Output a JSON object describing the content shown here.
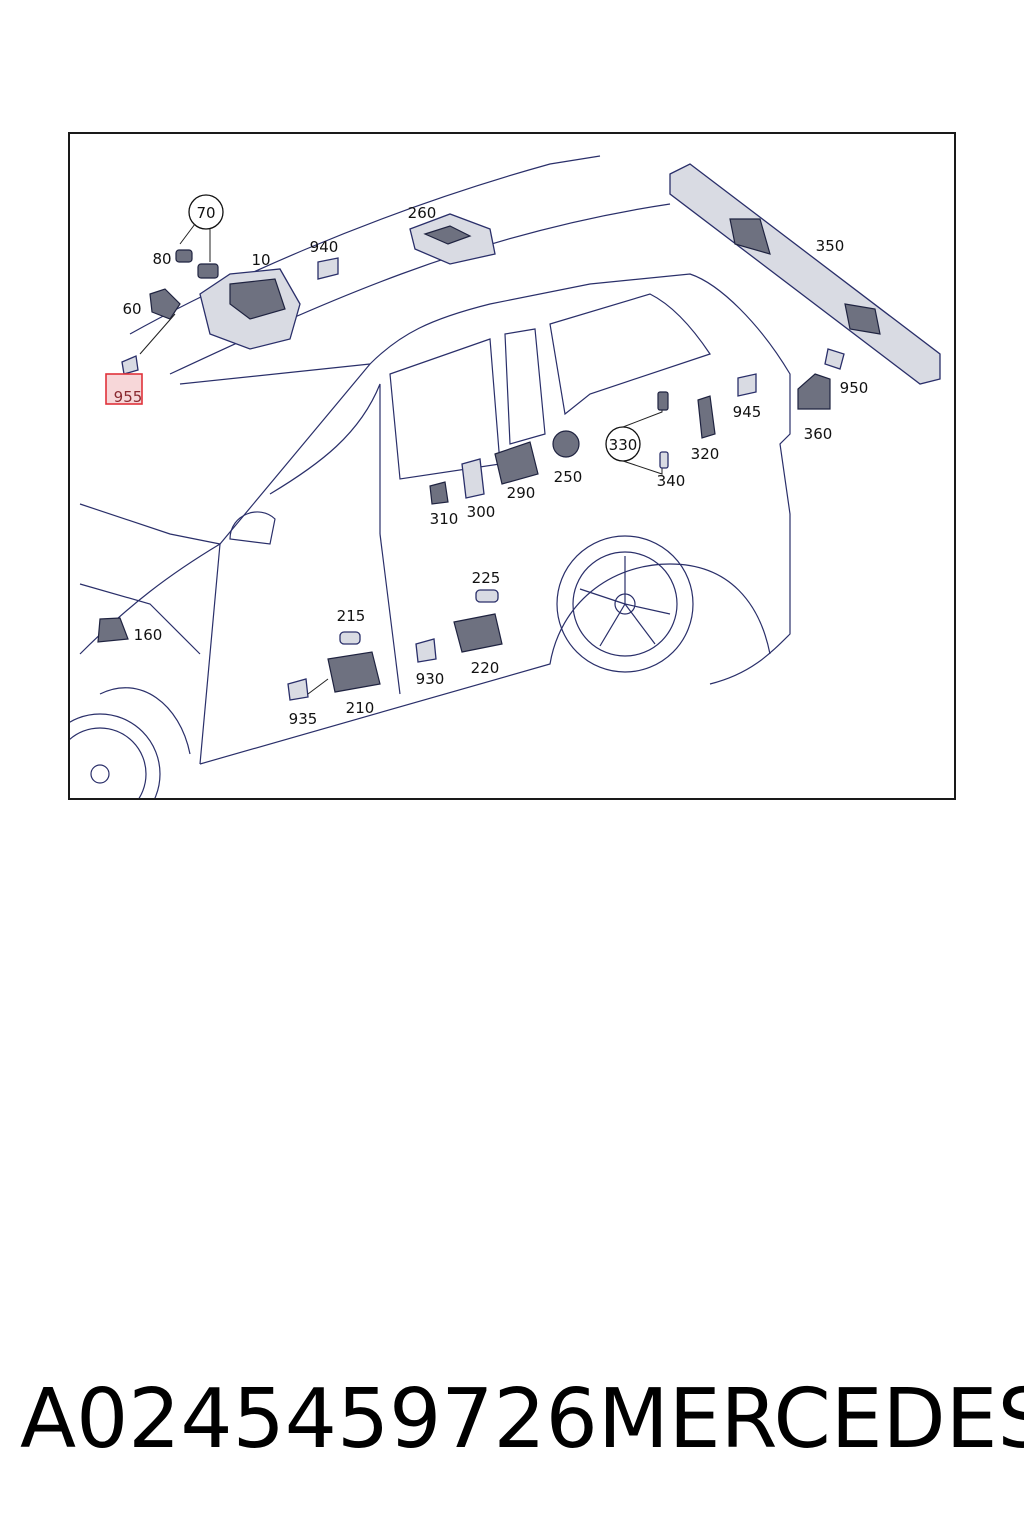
{
  "labels": {
    "l70": "70",
    "l80": "80",
    "l10": "10",
    "l940": "940",
    "l60": "60",
    "l955": "955",
    "l260": "260",
    "l350": "350",
    "l950": "950",
    "l945": "945",
    "l360": "360",
    "l330": "330",
    "l320": "320",
    "l340": "340",
    "l250": "250",
    "l290": "290",
    "l300": "300",
    "l310": "310",
    "l160": "160",
    "l225": "225",
    "l215": "215",
    "l220": "220",
    "l930": "930",
    "l210": "210",
    "l935": "935"
  },
  "footer": {
    "part_number": "A0245459726",
    "brand": "MERCEDES"
  },
  "colors": {
    "line": "#2a2f6a",
    "highlight": "#e0323a"
  }
}
